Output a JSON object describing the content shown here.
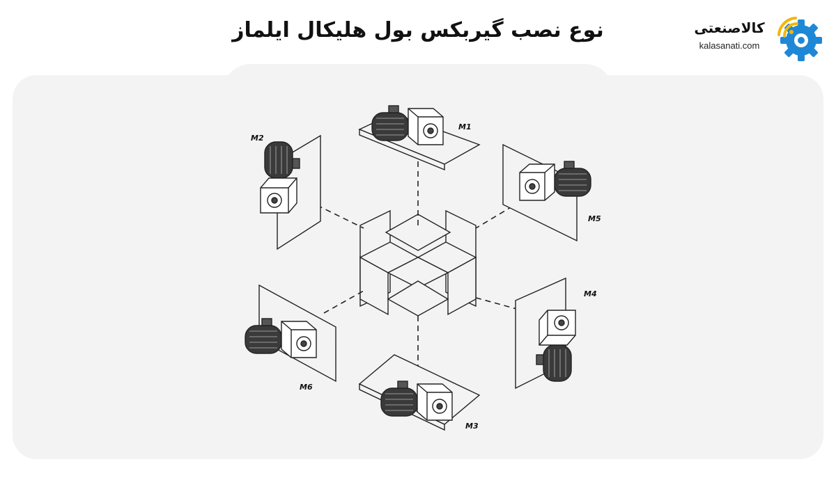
{
  "header": {
    "title": "نوع نصب گیربکس بول هلیکال ایلماز"
  },
  "logo": {
    "text": "کالاصنعتی",
    "domain": "kalasanati.com",
    "colors": {
      "gear": "#1e88d6",
      "accent": "#f2b705"
    },
    "icon": "gear-wifi-icon"
  },
  "diagram": {
    "positions": [
      "M1",
      "M2",
      "M3",
      "M4",
      "M5",
      "M6"
    ]
  }
}
